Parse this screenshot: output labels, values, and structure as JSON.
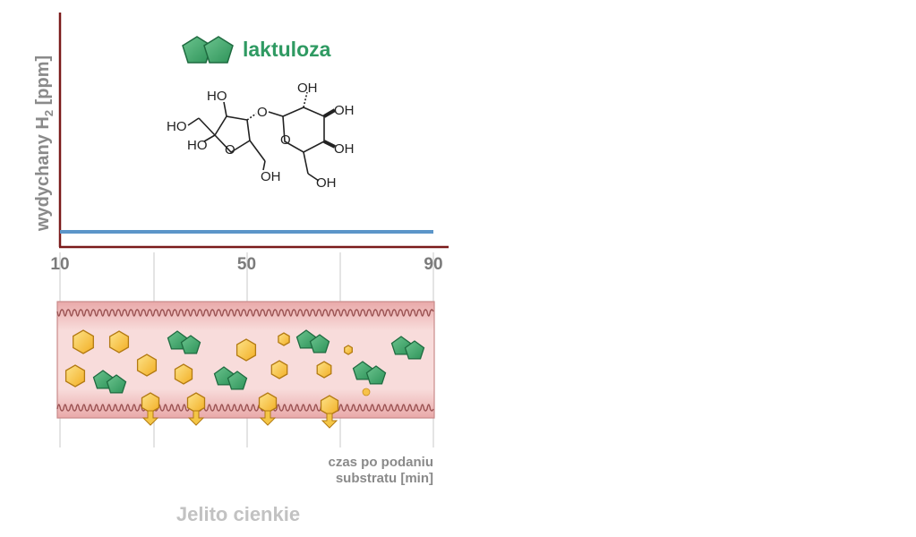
{
  "chart_data": {
    "type": "line",
    "ylabel_main": "wydychany H",
    "ylabel_sub": "2",
    "ylabel_unit": " [ppm]",
    "x_ticks": [
      "10",
      "50",
      "90"
    ],
    "x_range": [
      10,
      90
    ],
    "series": [
      {
        "x": [
          10,
          90
        ],
        "y": [
          0,
          0
        ],
        "color": "#5b95c9"
      }
    ],
    "axis_caption": [
      "czas po podaniu",
      "substratu [min]"
    ]
  },
  "legend": {
    "label": "laktuloza",
    "color": "#2f9a62"
  },
  "molecule": {
    "labels": [
      "HO",
      "HO",
      "HO",
      "O",
      "O",
      "OH",
      "OH",
      "OH",
      "OH",
      "O",
      "OH",
      "OH"
    ]
  },
  "colors": {
    "axis": "#7a1a1a",
    "intestine_fill": "#f2c4c3",
    "intestine_edge": "#c98a8a",
    "glucose_hex": "#f3b731",
    "lactulose_pentagon": "#37a266"
  },
  "section_title": "Jelito cienkie"
}
